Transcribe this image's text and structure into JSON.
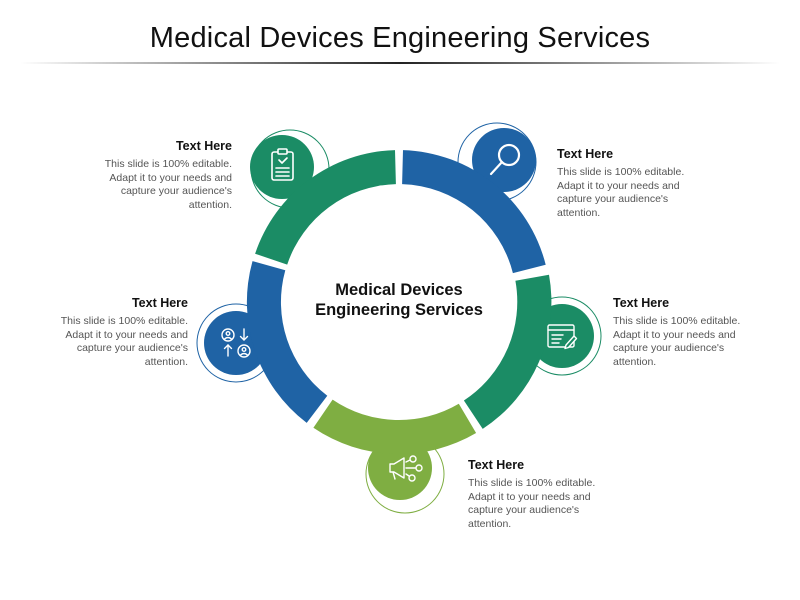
{
  "title": "Medical Devices Engineering Services",
  "center": {
    "line1": "Medical Devices",
    "line2": "Engineering Services"
  },
  "colors": {
    "green": "#1b8c65",
    "blue": "#1f63a5",
    "lime": "#7fae42"
  },
  "items": [
    {
      "heading": "Text Here",
      "body": "This slide is 100% editable. Adapt it to your needs and capture your audience's attention.",
      "icon": "checklist-icon"
    },
    {
      "heading": "Text Here",
      "body": "This slide is 100% editable. Adapt it to your needs and capture your audience's attention.",
      "icon": "magnifier-icon"
    },
    {
      "heading": "Text Here",
      "body": "This slide is 100% editable. Adapt it to your needs and capture your audience's attention.",
      "icon": "user-swap-icon"
    },
    {
      "heading": "Text Here",
      "body": "This slide is 100% editable. Adapt it to your needs and capture your audience's attention.",
      "icon": "web-edit-icon"
    },
    {
      "heading": "Text Here",
      "body": "This slide is 100% editable. Adapt it to your needs and capture your audience's attention.",
      "icon": "megaphone-icon"
    }
  ]
}
